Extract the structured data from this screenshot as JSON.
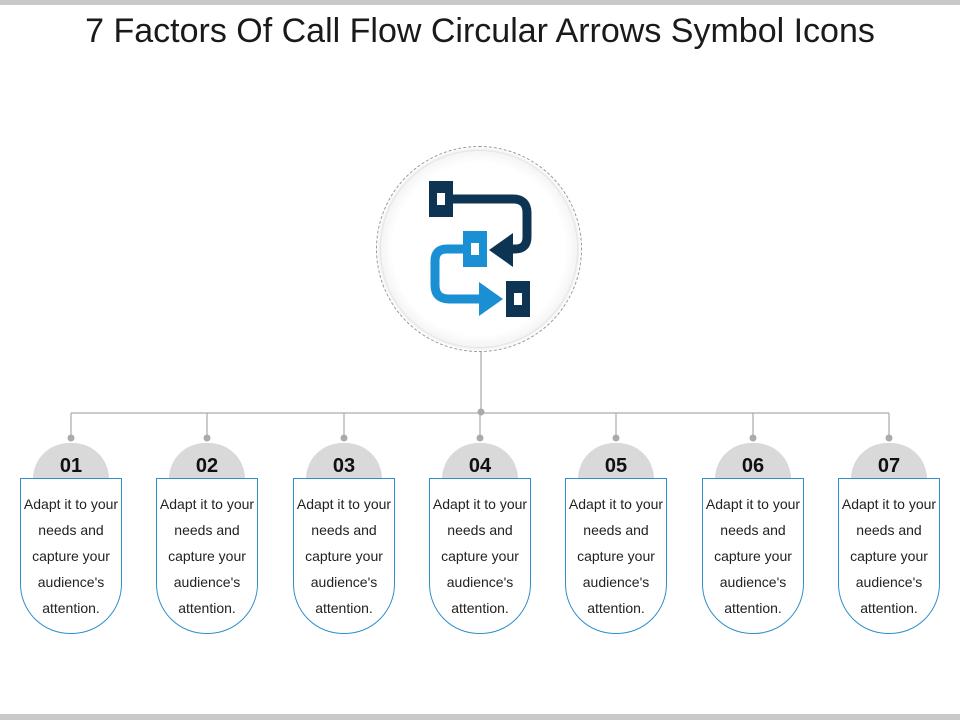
{
  "title": "7 Factors Of Call Flow Circular Arrows Symbol Icons",
  "hub": {
    "icon": "call-flow-arrows-icon",
    "colors": {
      "dark": "#0d3553",
      "light": "#1a8fd3"
    }
  },
  "items": [
    {
      "number": "01",
      "text": "Adapt it to your needs and capture your audience's attention."
    },
    {
      "number": "02",
      "text": "Adapt it to your needs and capture your audience's attention."
    },
    {
      "number": "03",
      "text": "Adapt it to your needs and capture your audience's attention."
    },
    {
      "number": "04",
      "text": "Adapt it to your needs and capture your audience's attention."
    },
    {
      "number": "05",
      "text": "Adapt it to your needs and capture your audience's attention."
    },
    {
      "number": "06",
      "text": "Adapt it to your needs and capture your audience's attention."
    },
    {
      "number": "07",
      "text": "Adapt it to your needs and capture your audience's attention."
    }
  ],
  "colors": {
    "accent": "#2f8fc9",
    "tab": "#d9d9d9",
    "connector": "#aaaaaa"
  }
}
